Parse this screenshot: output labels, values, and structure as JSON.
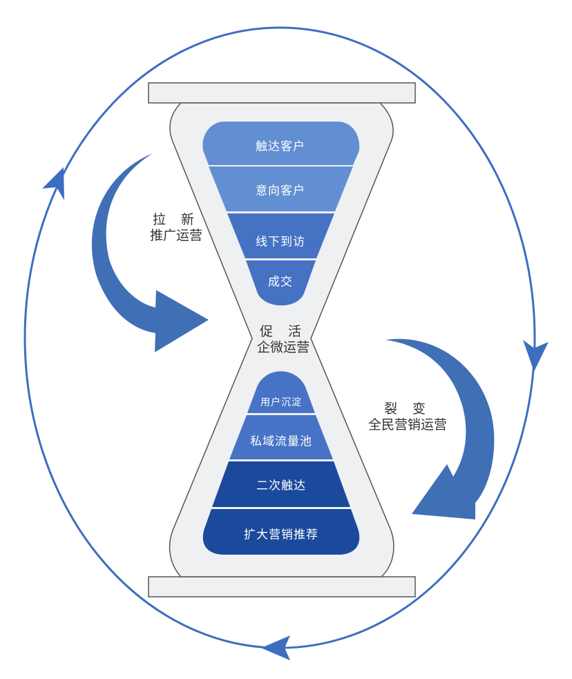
{
  "colors": {
    "ring": "#3d6dbf",
    "arrow": "#3f6fb5",
    "glass_fill": "#eff0f1",
    "glass_stroke": "#555555",
    "top_funnel": [
      "#628fd2",
      "#628fd2",
      "#4672c4",
      "#4672c4"
    ],
    "bottom_funnel": [
      "#4673c5",
      "#4673c5",
      "#1b4a9c",
      "#1b4a9c"
    ],
    "divider": "#e9eef8"
  },
  "top_funnel": {
    "stages": [
      {
        "label": "触达客户"
      },
      {
        "label": "意向客户"
      },
      {
        "label": "线下到访"
      },
      {
        "label": "成交"
      }
    ]
  },
  "bottom_funnel": {
    "stages": [
      {
        "label": "用户沉淀"
      },
      {
        "label": "私域流量池"
      },
      {
        "label": "二次触达"
      },
      {
        "label": "扩大营销推荐"
      }
    ]
  },
  "phases": {
    "acquire": {
      "title": "拉 新",
      "subtitle": "推广运营"
    },
    "activate": {
      "title": "促 活",
      "subtitle": "企微运营"
    },
    "fission": {
      "title": "裂 变",
      "subtitle": "全民营销运营"
    }
  },
  "cycle": {
    "direction": "clockwise",
    "arrow_icons": [
      "arrow-up-left-icon",
      "arrow-down-right-icon",
      "arrow-left-bottom-icon"
    ]
  }
}
